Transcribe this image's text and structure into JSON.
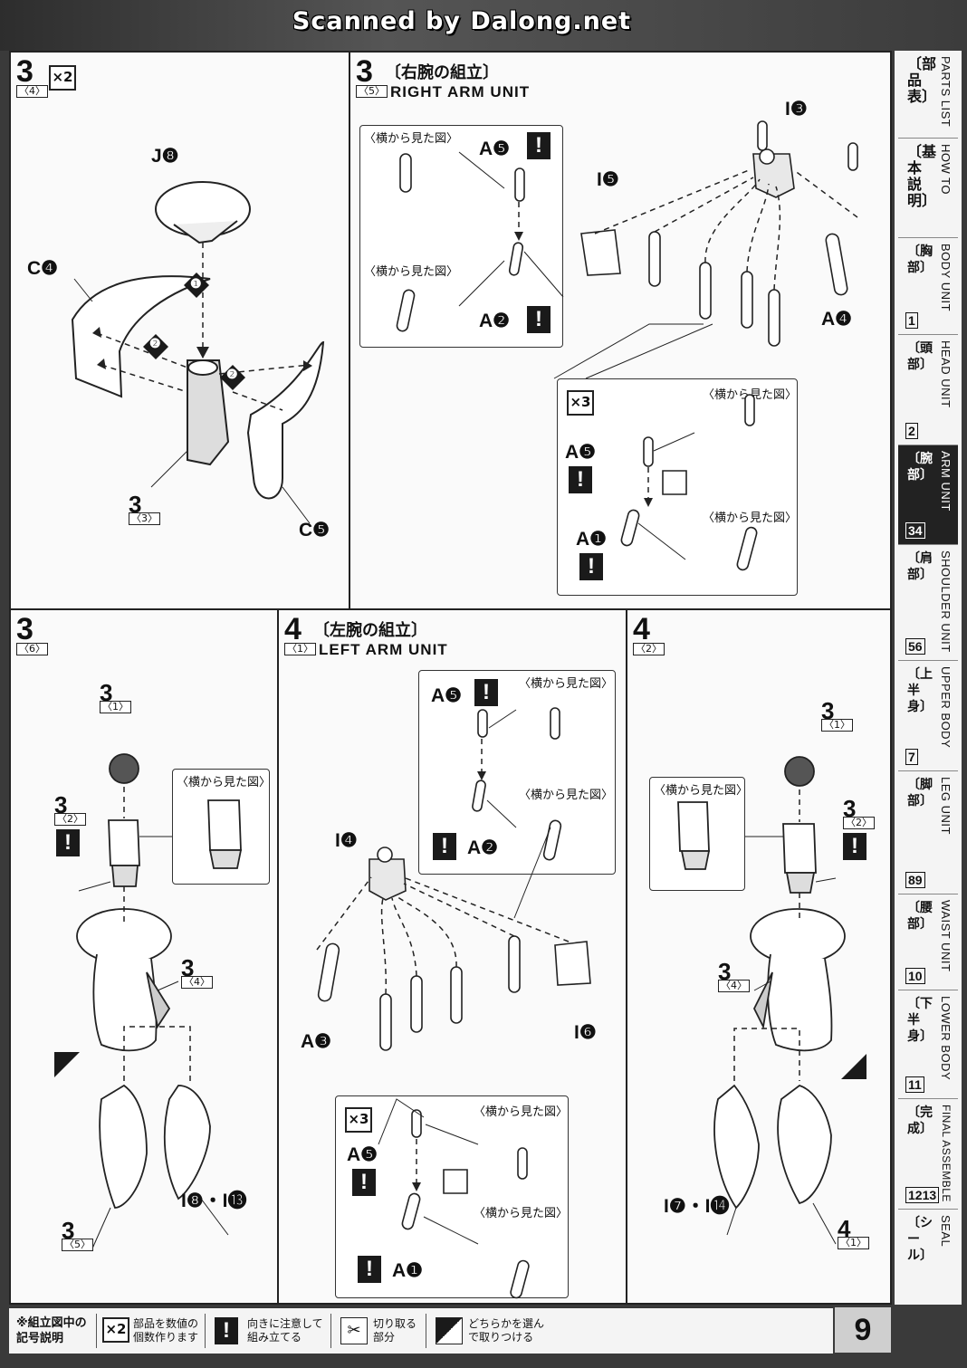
{
  "scanner": "Scanned by Dalong.net",
  "page_number": "9",
  "side_view": "〈横から見た図〉",
  "panels": {
    "p3_4": {
      "step": "3",
      "sub": "〈4〉",
      "times": "×2",
      "labels": {
        "j8": "J❽",
        "c4": "C❹",
        "c5": "C❺",
        "ref3": "3",
        "ref3sub": "〈3〉"
      },
      "seq": [
        "❶",
        "❷",
        "❷"
      ]
    },
    "p3_5": {
      "step": "3",
      "sub": "〈5〉",
      "title_jp": "〔右腕の組立〕",
      "title_en": "RIGHT ARM UNIT",
      "labels": {
        "a5": "A❺",
        "a2": "A❷",
        "i5": "I❺",
        "i3": "I❸",
        "a4": "A❹",
        "x3": "×3",
        "a5b": "A❺",
        "a1": "A❶"
      }
    },
    "p3_6": {
      "step": "3",
      "sub": "〈6〉",
      "labels": {
        "r1": "3",
        "r1s": "〈1〉",
        "r2": "3",
        "r2s": "〈2〉",
        "r3": "3",
        "r3s": "〈4〉",
        "r4": "3",
        "r4s": "〈5〉",
        "parts": "I❽・I⓭"
      }
    },
    "p4_1": {
      "step": "4",
      "sub": "〈1〉",
      "title_jp": "〔左腕の組立〕",
      "title_en": "LEFT ARM UNIT",
      "labels": {
        "a5": "A❺",
        "a2": "A❷",
        "i4": "I❹",
        "a3": "A❸",
        "i6": "I❻",
        "x3": "×3",
        "a5b": "A❺",
        "a1": "A❶"
      }
    },
    "p4_2": {
      "step": "4",
      "sub": "〈2〉",
      "labels": {
        "r1": "3",
        "r1s": "〈1〉",
        "r2": "3",
        "r2s": "〈2〉",
        "r3": "3",
        "r3s": "〈4〉",
        "r4": "4",
        "r4s": "〈1〉",
        "parts": "I❼・I⓮"
      }
    }
  },
  "tabs": [
    {
      "jp": "〔部品表〕",
      "en": "PARTS LIST",
      "num": ""
    },
    {
      "jp": "〔基本説明〕",
      "en": "HOW TO",
      "num": ""
    },
    {
      "jp": "〔胸部〕",
      "en": "BODY UNIT",
      "num": "1"
    },
    {
      "jp": "〔頭部〕",
      "en": "HEAD UNIT",
      "num": "2"
    },
    {
      "jp": "〔腕部〕",
      "en": "ARM UNIT",
      "num": "34"
    },
    {
      "jp": "〔肩部〕",
      "en": "SHOULDER UNIT",
      "num": "56"
    },
    {
      "jp": "〔上半身〕",
      "en": "UPPER BODY",
      "num": "7"
    },
    {
      "jp": "〔脚部〕",
      "en": "LEG UNIT",
      "num": "89"
    },
    {
      "jp": "〔腰部〕",
      "en": "WAIST UNIT",
      "num": "10"
    },
    {
      "jp": "〔下半身〕",
      "en": "LOWER BODY",
      "num": "11"
    },
    {
      "jp": "〔完成〕",
      "en": "FINAL ASSEMBLE",
      "num": "1213"
    },
    {
      "jp": "〔シール〕",
      "en": "SEAL",
      "num": ""
    }
  ],
  "legend": {
    "title_line1": "※組立図中の",
    "title_line2": "記号説明",
    "items": [
      {
        "symbol": "×2",
        "line1": "部品を数値の",
        "line2": "個数作ります"
      },
      {
        "symbol": "!",
        "line1": "向きに注意して",
        "line2": "組み立てる"
      },
      {
        "symbol": "cut",
        "line1": "切り取る",
        "line2": "部分"
      },
      {
        "symbol": "choose",
        "line1": "どちらかを選ん",
        "line2": "で取りつける"
      }
    ]
  }
}
